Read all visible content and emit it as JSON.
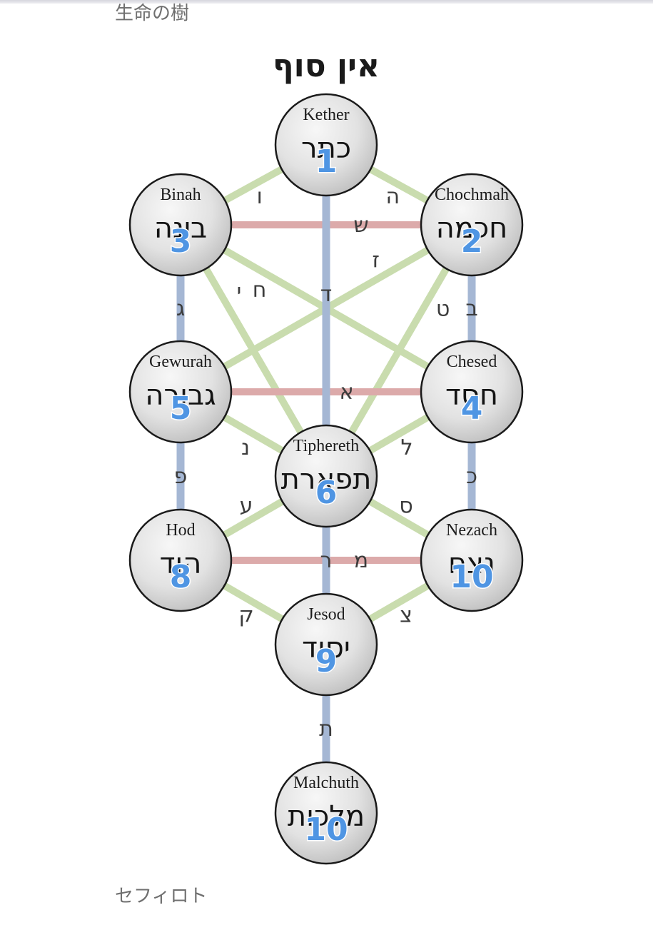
{
  "caption_top": "生命の樹",
  "caption_bottom": "セフィロト",
  "ain_soph": "אין סוף",
  "colors": {
    "pillar_path": "#a5b7d4",
    "horizontal_path": "#dcaaaa",
    "diagonal_path": "#c9dcae",
    "node_fill_light": "#f4f4f4",
    "node_fill_dark": "#bdbdbd",
    "node_stroke": "#1a1a1a",
    "number": "#4f95e3"
  },
  "sephirot": [
    {
      "id": "kether",
      "name": "Kether",
      "hebrew": "כתר",
      "number": "1"
    },
    {
      "id": "chochmah",
      "name": "Chochmah",
      "hebrew": "חכמה",
      "number": "2"
    },
    {
      "id": "binah",
      "name": "Binah",
      "hebrew": "בינה",
      "number": "3"
    },
    {
      "id": "chesed",
      "name": "Chesed",
      "hebrew": "חסד",
      "number": "4"
    },
    {
      "id": "gewurah",
      "name": "Gewurah",
      "hebrew": "גבורה",
      "number": "5"
    },
    {
      "id": "tiphereth",
      "name": "Tiphereth",
      "hebrew": "תפארת",
      "number": "6"
    },
    {
      "id": "nezach",
      "name": "Nezach",
      "hebrew": "נצח",
      "number": "10"
    },
    {
      "id": "hod",
      "name": "Hod",
      "hebrew": "הוד",
      "number": "8"
    },
    {
      "id": "jesod",
      "name": "Jesod",
      "hebrew": "יסוד",
      "number": "9"
    },
    {
      "id": "malchuth",
      "name": "Malchuth",
      "hebrew": "מלכות",
      "number": "10"
    }
  ],
  "paths": [
    {
      "from": "kether",
      "to": "binah",
      "type": "diagonal",
      "letter": "ו"
    },
    {
      "from": "kether",
      "to": "chochmah",
      "type": "diagonal",
      "letter": "ה"
    },
    {
      "from": "kether",
      "to": "tiphereth",
      "type": "pillar",
      "letter": "ד"
    },
    {
      "from": "binah",
      "to": "chochmah",
      "type": "horizontal",
      "letter": "ש"
    },
    {
      "from": "binah",
      "to": "gewurah",
      "type": "pillar",
      "letter": "ג"
    },
    {
      "from": "binah",
      "to": "chesed",
      "type": "diagonal",
      "letter": "ח"
    },
    {
      "from": "binah",
      "to": "tiphereth",
      "type": "diagonal",
      "letter": "י"
    },
    {
      "from": "chochmah",
      "to": "gewurah",
      "type": "diagonal",
      "letter": "ז"
    },
    {
      "from": "chochmah",
      "to": "tiphereth",
      "type": "diagonal",
      "letter": "ט"
    },
    {
      "from": "chochmah",
      "to": "chesed",
      "type": "pillar",
      "letter": "ב"
    },
    {
      "from": "gewurah",
      "to": "chesed",
      "type": "horizontal",
      "letter": "א"
    },
    {
      "from": "gewurah",
      "to": "tiphereth",
      "type": "diagonal",
      "letter": "נ"
    },
    {
      "from": "chesed",
      "to": "tiphereth",
      "type": "diagonal",
      "letter": "ל"
    },
    {
      "from": "gewurah",
      "to": "hod",
      "type": "pillar",
      "letter": "פ"
    },
    {
      "from": "chesed",
      "to": "nezach",
      "type": "pillar",
      "letter": "כ"
    },
    {
      "from": "tiphereth",
      "to": "hod",
      "type": "diagonal",
      "letter": "ע"
    },
    {
      "from": "tiphereth",
      "to": "nezach",
      "type": "diagonal",
      "letter": "ס"
    },
    {
      "from": "tiphereth",
      "to": "jesod",
      "type": "pillar",
      "letter": "ר"
    },
    {
      "from": "hod",
      "to": "nezach",
      "type": "horizontal",
      "letter": "מ"
    },
    {
      "from": "hod",
      "to": "jesod",
      "type": "diagonal",
      "letter": "ק"
    },
    {
      "from": "nezach",
      "to": "jesod",
      "type": "diagonal",
      "letter": "צ"
    },
    {
      "from": "jesod",
      "to": "malchuth",
      "type": "pillar",
      "letter": "ת"
    }
  ]
}
